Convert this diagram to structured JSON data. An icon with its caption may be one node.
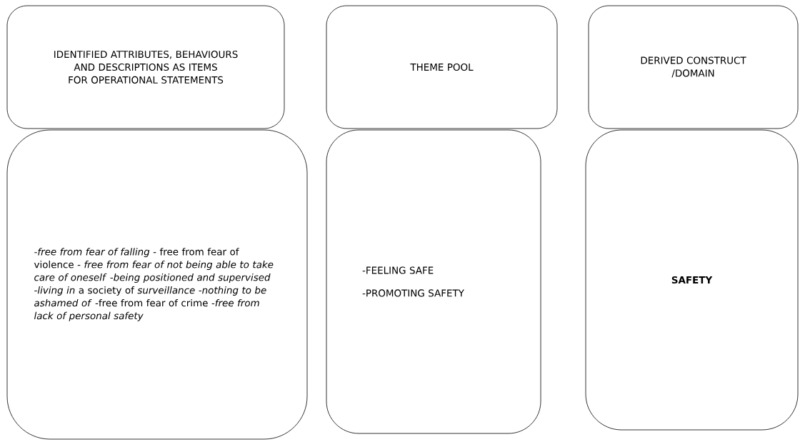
{
  "diagram": {
    "nodes": [
      {
        "text": [
          "IDENTIFIED ATTRIBUTES, BEHAVIOURS AND DESCRIPTIONS AS ITEMS FOR OPERATIONAL STATEMENTS"
        ]
      },
      {
        "text": [
          "*-free from fear of falling* - free from fear of violence - *free from fear of not being able to take care of oneself* *-being positioned and supervised -living in* a society of *surveillance* *-nothing to be ashamed of* -free from fear of crime *-free from lack of personal safety*"
        ]
      },
      {
        "text": [
          "THEME POOL"
        ]
      },
      {
        "text": [
          "-FEELING SAFE",
          "-PROMOTING SAFETY"
        ]
      },
      {
        "text": [
          "DERIVED CONSTRUCT /DOMAIN"
        ]
      },
      {
        "text": [
          "SAFETY"
        ]
      }
    ]
  }
}
